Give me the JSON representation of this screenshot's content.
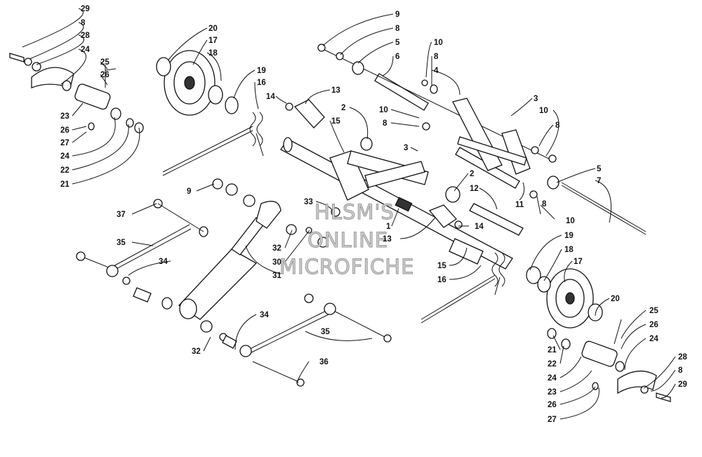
{
  "watermark": {
    "line1": "HLSM'S",
    "line2": "ONLINE",
    "line3": "MICROFICHE"
  },
  "callouts": [
    {
      "id": "c1",
      "text": "29"
    },
    {
      "id": "c2",
      "text": "8"
    },
    {
      "id": "c3",
      "text": "28"
    },
    {
      "id": "c4",
      "text": "24"
    },
    {
      "id": "c5",
      "text": "25"
    },
    {
      "id": "c6",
      "text": "26"
    },
    {
      "id": "c7",
      "text": "23"
    },
    {
      "id": "c8",
      "text": "26"
    },
    {
      "id": "c9",
      "text": "27"
    },
    {
      "id": "c10",
      "text": "24"
    },
    {
      "id": "c11",
      "text": "22"
    },
    {
      "id": "c12",
      "text": "21"
    },
    {
      "id": "c13",
      "text": "20"
    },
    {
      "id": "c14",
      "text": "17"
    },
    {
      "id": "c15",
      "text": "18"
    },
    {
      "id": "c16",
      "text": "19"
    },
    {
      "id": "c17",
      "text": "16"
    },
    {
      "id": "c18",
      "text": "14"
    },
    {
      "id": "c19",
      "text": "13"
    },
    {
      "id": "c20",
      "text": "2"
    },
    {
      "id": "c21",
      "text": "15"
    },
    {
      "id": "c22",
      "text": "9"
    },
    {
      "id": "c23",
      "text": "8"
    },
    {
      "id": "c24",
      "text": "5"
    },
    {
      "id": "c25",
      "text": "6"
    },
    {
      "id": "c26",
      "text": "10"
    },
    {
      "id": "c27",
      "text": "8"
    },
    {
      "id": "c28",
      "text": "4"
    },
    {
      "id": "c29",
      "text": "10"
    },
    {
      "id": "c30",
      "text": "8"
    },
    {
      "id": "c31",
      "text": "3"
    },
    {
      "id": "c32",
      "text": "10"
    },
    {
      "id": "c33",
      "text": "8"
    },
    {
      "id": "c34",
      "text": "3"
    },
    {
      "id": "c35",
      "text": "5"
    },
    {
      "id": "c36",
      "text": "7"
    },
    {
      "id": "c37",
      "text": "2"
    },
    {
      "id": "c38",
      "text": "12"
    },
    {
      "id": "c39",
      "text": "11"
    },
    {
      "id": "c40",
      "text": "8"
    },
    {
      "id": "c41",
      "text": "10"
    },
    {
      "id": "c42",
      "text": "9"
    },
    {
      "id": "c43",
      "text": "33"
    },
    {
      "id": "c44",
      "text": "1"
    },
    {
      "id": "c45",
      "text": "13"
    },
    {
      "id": "c46",
      "text": "14"
    },
    {
      "id": "c47",
      "text": "37"
    },
    {
      "id": "c48",
      "text": "35"
    },
    {
      "id": "c49",
      "text": "34"
    },
    {
      "id": "c50",
      "text": "32"
    },
    {
      "id": "c51",
      "text": "30"
    },
    {
      "id": "c52",
      "text": "31"
    },
    {
      "id": "c53",
      "text": "19"
    },
    {
      "id": "c54",
      "text": "18"
    },
    {
      "id": "c55",
      "text": "17"
    },
    {
      "id": "c56",
      "text": "15"
    },
    {
      "id": "c57",
      "text": "16"
    },
    {
      "id": "c58",
      "text": "20"
    },
    {
      "id": "c59",
      "text": "34"
    },
    {
      "id": "c60",
      "text": "35"
    },
    {
      "id": "c61",
      "text": "32"
    },
    {
      "id": "c62",
      "text": "36"
    },
    {
      "id": "c63",
      "text": "25"
    },
    {
      "id": "c64",
      "text": "26"
    },
    {
      "id": "c65",
      "text": "24"
    },
    {
      "id": "c66",
      "text": "21"
    },
    {
      "id": "c67",
      "text": "22"
    },
    {
      "id": "c68",
      "text": "24"
    },
    {
      "id": "c69",
      "text": "23"
    },
    {
      "id": "c70",
      "text": "26"
    },
    {
      "id": "c71",
      "text": "27"
    },
    {
      "id": "c72",
      "text": "28"
    },
    {
      "id": "c73",
      "text": "8"
    },
    {
      "id": "c74",
      "text": "29"
    }
  ]
}
